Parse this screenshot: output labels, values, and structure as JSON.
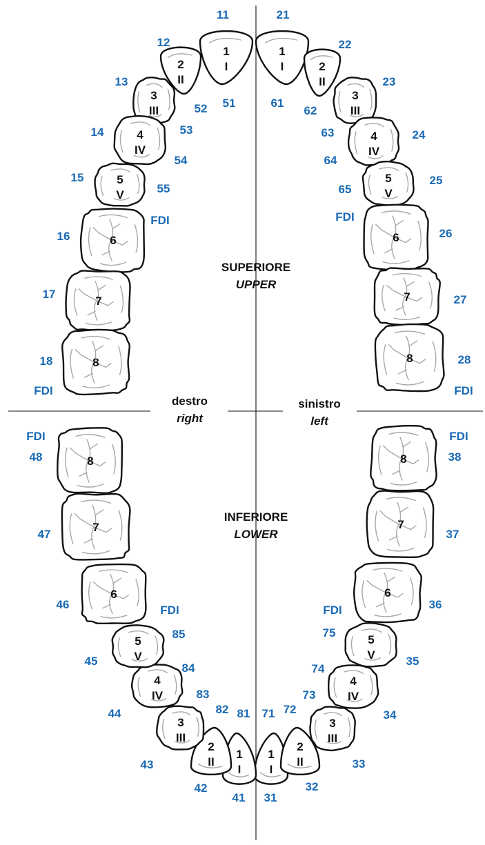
{
  "colors": {
    "number": "#1a6ab5",
    "outline": "#111111",
    "fissure": "#a8a8a8"
  },
  "headings": {
    "upper_it": "SUPERIORE",
    "upper_en": "UPPER",
    "lower_it": "INFERIORE",
    "lower_en": "LOWER",
    "right_it": "destro",
    "right_en": "right",
    "left_it": "sinistro",
    "left_en": "left"
  },
  "notation_label": "FDI",
  "teeth": [
    {
      "id": "t11",
      "arabic": "1",
      "roman": "I",
      "fdi": "11",
      "deciduous": "51",
      "kind": "incisor"
    },
    {
      "id": "t12",
      "arabic": "2",
      "roman": "II",
      "fdi": "12",
      "deciduous": "52",
      "kind": "incisor"
    },
    {
      "id": "t13",
      "arabic": "3",
      "roman": "III",
      "fdi": "13",
      "deciduous": "53",
      "kind": "canine"
    },
    {
      "id": "t14",
      "arabic": "4",
      "roman": "IV",
      "fdi": "14",
      "deciduous": "54",
      "kind": "premolar"
    },
    {
      "id": "t15",
      "arabic": "5",
      "roman": "V",
      "fdi": "15",
      "deciduous": "55",
      "kind": "premolar"
    },
    {
      "id": "t16",
      "arabic": "6",
      "roman": "",
      "fdi": "16",
      "deciduous": "",
      "kind": "molar"
    },
    {
      "id": "t17",
      "arabic": "7",
      "roman": "",
      "fdi": "17",
      "deciduous": "",
      "kind": "molar"
    },
    {
      "id": "t18",
      "arabic": "8",
      "roman": "",
      "fdi": "18",
      "deciduous": "",
      "kind": "molar"
    },
    {
      "id": "t21",
      "arabic": "1",
      "roman": "I",
      "fdi": "21",
      "deciduous": "61",
      "kind": "incisor"
    },
    {
      "id": "t22",
      "arabic": "2",
      "roman": "II",
      "fdi": "22",
      "deciduous": "62",
      "kind": "incisor"
    },
    {
      "id": "t23",
      "arabic": "3",
      "roman": "III",
      "fdi": "23",
      "deciduous": "63",
      "kind": "canine"
    },
    {
      "id": "t24",
      "arabic": "4",
      "roman": "IV",
      "fdi": "24",
      "deciduous": "64",
      "kind": "premolar"
    },
    {
      "id": "t25",
      "arabic": "5",
      "roman": "V",
      "fdi": "25",
      "deciduous": "65",
      "kind": "premolar"
    },
    {
      "id": "t26",
      "arabic": "6",
      "roman": "",
      "fdi": "26",
      "deciduous": "",
      "kind": "molar"
    },
    {
      "id": "t27",
      "arabic": "7",
      "roman": "",
      "fdi": "27",
      "deciduous": "",
      "kind": "molar"
    },
    {
      "id": "t28",
      "arabic": "8",
      "roman": "",
      "fdi": "28",
      "deciduous": "",
      "kind": "molar"
    },
    {
      "id": "t31",
      "arabic": "1",
      "roman": "I",
      "fdi": "31",
      "deciduous": "71",
      "kind": "incisor"
    },
    {
      "id": "t32",
      "arabic": "2",
      "roman": "II",
      "fdi": "32",
      "deciduous": "72",
      "kind": "incisor"
    },
    {
      "id": "t33",
      "arabic": "3",
      "roman": "III",
      "fdi": "33",
      "deciduous": "73",
      "kind": "canine"
    },
    {
      "id": "t34",
      "arabic": "4",
      "roman": "IV",
      "fdi": "34",
      "deciduous": "74",
      "kind": "premolar"
    },
    {
      "id": "t35",
      "arabic": "5",
      "roman": "V",
      "fdi": "35",
      "deciduous": "75",
      "kind": "premolar"
    },
    {
      "id": "t36",
      "arabic": "6",
      "roman": "",
      "fdi": "36",
      "deciduous": "",
      "kind": "molar"
    },
    {
      "id": "t37",
      "arabic": "7",
      "roman": "",
      "fdi": "37",
      "deciduous": "",
      "kind": "molar"
    },
    {
      "id": "t38",
      "arabic": "8",
      "roman": "",
      "fdi": "38",
      "deciduous": "",
      "kind": "molar"
    },
    {
      "id": "t41",
      "arabic": "1",
      "roman": "I",
      "fdi": "41",
      "deciduous": "81",
      "kind": "incisor"
    },
    {
      "id": "t42",
      "arabic": "2",
      "roman": "II",
      "fdi": "42",
      "deciduous": "82",
      "kind": "incisor"
    },
    {
      "id": "t43",
      "arabic": "3",
      "roman": "III",
      "fdi": "43",
      "deciduous": "83",
      "kind": "canine"
    },
    {
      "id": "t44",
      "arabic": "4",
      "roman": "IV",
      "fdi": "44",
      "deciduous": "84",
      "kind": "premolar"
    },
    {
      "id": "t45",
      "arabic": "5",
      "roman": "V",
      "fdi": "45",
      "deciduous": "85",
      "kind": "premolar"
    },
    {
      "id": "t46",
      "arabic": "6",
      "roman": "",
      "fdi": "46",
      "deciduous": "",
      "kind": "molar"
    },
    {
      "id": "t47",
      "arabic": "7",
      "roman": "",
      "fdi": "47",
      "deciduous": "",
      "kind": "molar"
    },
    {
      "id": "t48",
      "arabic": "8",
      "roman": "",
      "fdi": "48",
      "deciduous": "",
      "kind": "molar"
    }
  ]
}
